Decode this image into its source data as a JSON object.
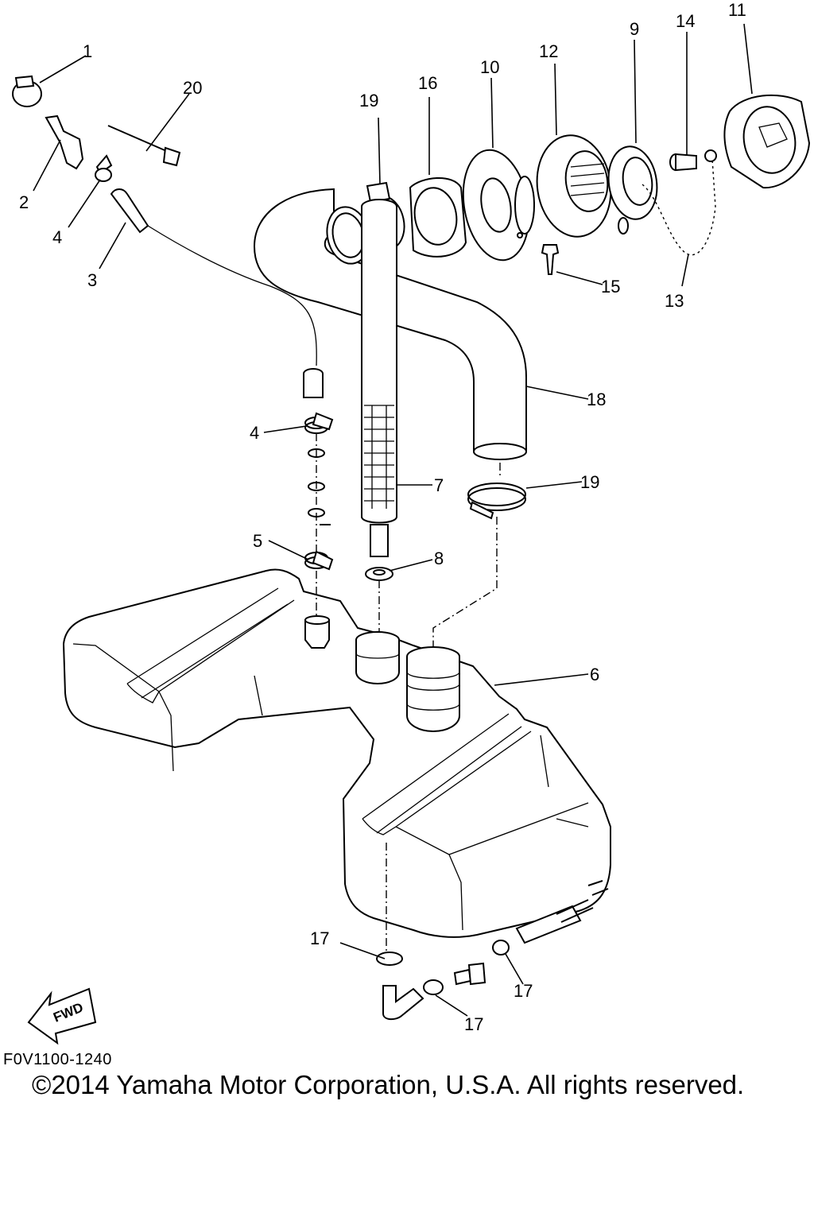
{
  "diagram": {
    "code": "F0V1100-1240",
    "copyright": "©2014 Yamaha Motor Corporation, U.S.A. All rights reserved.",
    "fwd_label": "FWD",
    "callouts": [
      {
        "id": "c1",
        "label": "1"
      },
      {
        "id": "c2",
        "label": "2"
      },
      {
        "id": "c3",
        "label": "3"
      },
      {
        "id": "c4a",
        "label": "4"
      },
      {
        "id": "c4b",
        "label": "4"
      },
      {
        "id": "c5",
        "label": "5"
      },
      {
        "id": "c6",
        "label": "6"
      },
      {
        "id": "c7",
        "label": "7"
      },
      {
        "id": "c8",
        "label": "8"
      },
      {
        "id": "c9",
        "label": "9"
      },
      {
        "id": "c10",
        "label": "10"
      },
      {
        "id": "c11",
        "label": "11"
      },
      {
        "id": "c12",
        "label": "12"
      },
      {
        "id": "c13",
        "label": "13"
      },
      {
        "id": "c14",
        "label": "14"
      },
      {
        "id": "c15",
        "label": "15"
      },
      {
        "id": "c16",
        "label": "16"
      },
      {
        "id": "c17a",
        "label": "17"
      },
      {
        "id": "c17b",
        "label": "17"
      },
      {
        "id": "c17c",
        "label": "17"
      },
      {
        "id": "c18",
        "label": "18"
      },
      {
        "id": "c19a",
        "label": "19"
      },
      {
        "id": "c19b",
        "label": "19"
      },
      {
        "id": "c20",
        "label": "20"
      }
    ]
  }
}
